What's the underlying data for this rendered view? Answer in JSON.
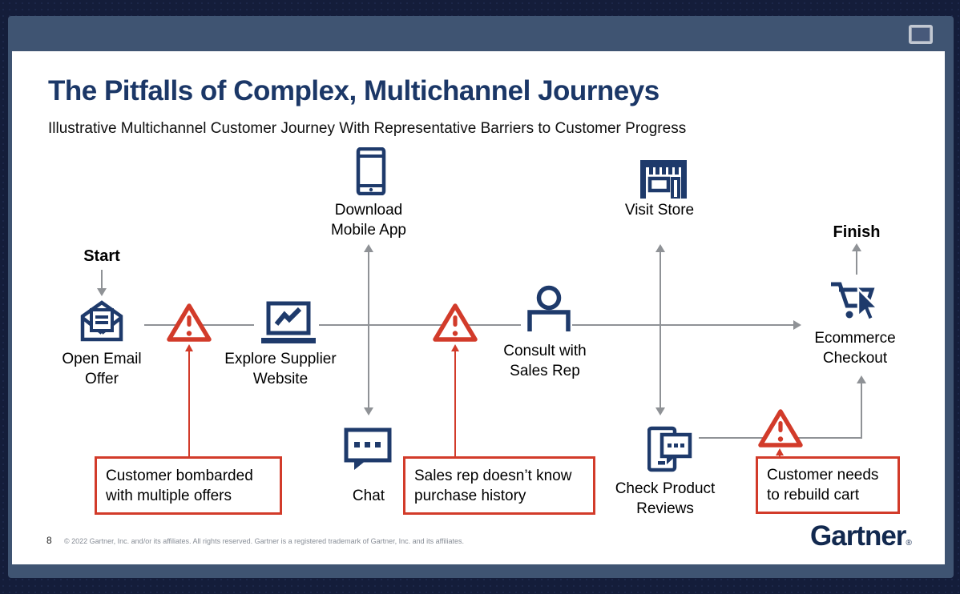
{
  "window": {
    "control": "maximize-window"
  },
  "slide": {
    "title": "The Pitfalls of Complex, Multichannel Journeys",
    "subtitle": "Illustrative Multichannel Customer Journey With Representative Barriers to Customer Progress",
    "page_number": "8",
    "copyright": "© 2022 Gartner, Inc. and/or its affiliates. All rights reserved. Gartner is a registered trademark of Gartner, Inc. and its affiliates.",
    "logo_text": "Gartner",
    "logo_reg": "®"
  },
  "journey": {
    "start_label": "Start",
    "finish_label": "Finish",
    "steps": {
      "open_email": {
        "label": "Open Email Offer",
        "icon": "open-email-icon"
      },
      "explore_website": {
        "label": "Explore Supplier Website",
        "icon": "laptop-chart-icon"
      },
      "download_app": {
        "label": "Download Mobile App",
        "icon": "mobile-phone-icon"
      },
      "chat": {
        "label": "Chat",
        "icon": "chat-bubble-icon"
      },
      "consult_rep": {
        "label": "Consult with Sales Rep",
        "icon": "person-icon"
      },
      "visit_store": {
        "label": "Visit Store",
        "icon": "storefront-icon"
      },
      "check_reviews": {
        "label": "Check Product Reviews",
        "icon": "product-reviews-icon"
      },
      "checkout": {
        "label": "Ecommerce Checkout",
        "icon": "cart-cursor-icon"
      }
    },
    "barriers": {
      "offers": "Customer bombarded with multiple offers",
      "history": "Sales rep doesn’t know purchase history",
      "cart": "Customer needs to rebuild cart"
    }
  },
  "colors": {
    "navy": "#1e3a6b",
    "title_navy": "#1b3767",
    "barrier_red": "#d23b2a",
    "line_gray": "#8f9296",
    "frame_slate": "#3f5472",
    "background_navy": "#141d3a",
    "logo_navy": "#12294f"
  }
}
